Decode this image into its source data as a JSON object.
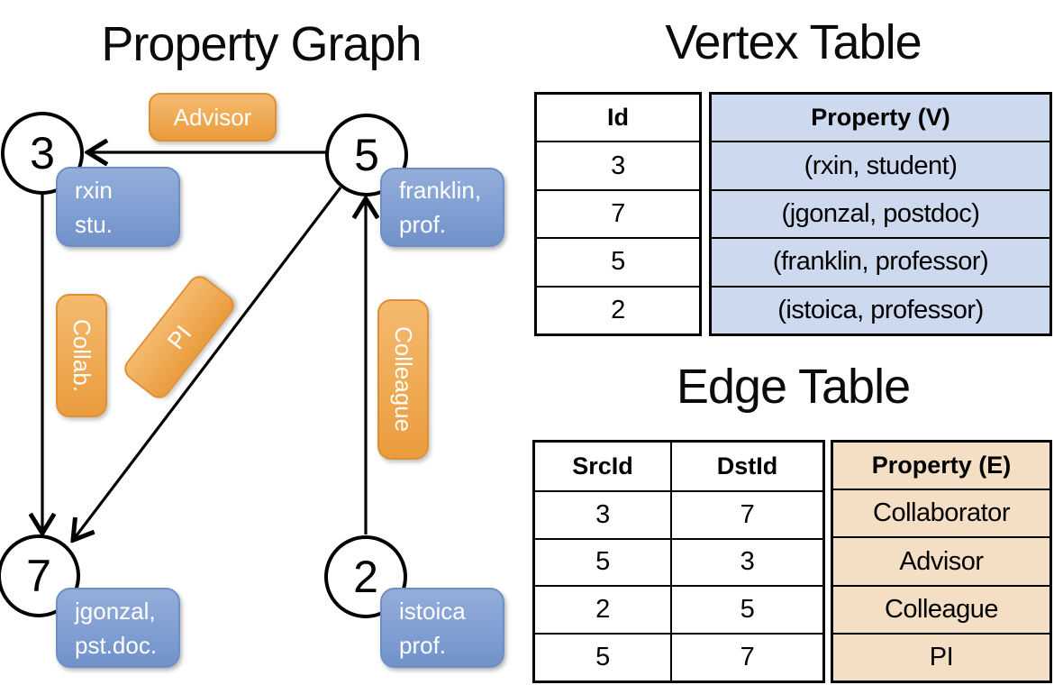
{
  "graph": {
    "title": "Property Graph",
    "vertices": [
      {
        "id": "3",
        "line1": "rxin",
        "line2": "stu."
      },
      {
        "id": "5",
        "line1": "franklin,",
        "line2": "prof."
      },
      {
        "id": "7",
        "line1": "jgonzal,",
        "line2": "pst.doc."
      },
      {
        "id": "2",
        "line1": "istoica",
        "line2": "prof."
      }
    ],
    "edges": [
      {
        "src": "5",
        "dst": "3",
        "label": "Advisor"
      },
      {
        "src": "3",
        "dst": "7",
        "label": "Collab."
      },
      {
        "src": "5",
        "dst": "7",
        "label": "PI"
      },
      {
        "src": "2",
        "dst": "5",
        "label": "Colleague"
      }
    ]
  },
  "vertex_table": {
    "title": "Vertex Table",
    "columns": {
      "id": "Id",
      "property": "Property (V)"
    },
    "rows": [
      {
        "id": "3",
        "property": "(rxin, student)"
      },
      {
        "id": "7",
        "property": "(jgonzal, postdoc)"
      },
      {
        "id": "5",
        "property": "(franklin, professor)"
      },
      {
        "id": "2",
        "property": "(istoica, professor)"
      }
    ]
  },
  "edge_table": {
    "title": "Edge Table",
    "columns": {
      "src": "SrcId",
      "dst": "DstId",
      "property": "Property (E)"
    },
    "rows": [
      {
        "src": "3",
        "dst": "7",
        "property": "Collaborator"
      },
      {
        "src": "5",
        "dst": "3",
        "property": "Advisor"
      },
      {
        "src": "2",
        "dst": "5",
        "property": "Colleague"
      },
      {
        "src": "5",
        "dst": "7",
        "property": "PI"
      }
    ]
  },
  "colors": {
    "edge_label_orange": "#efa64a",
    "vertex_label_blue": "#7e9cd4",
    "vertex_property_cell": "#cdd9ee",
    "edge_property_cell": "#f5dfc4",
    "line": "#000000"
  }
}
